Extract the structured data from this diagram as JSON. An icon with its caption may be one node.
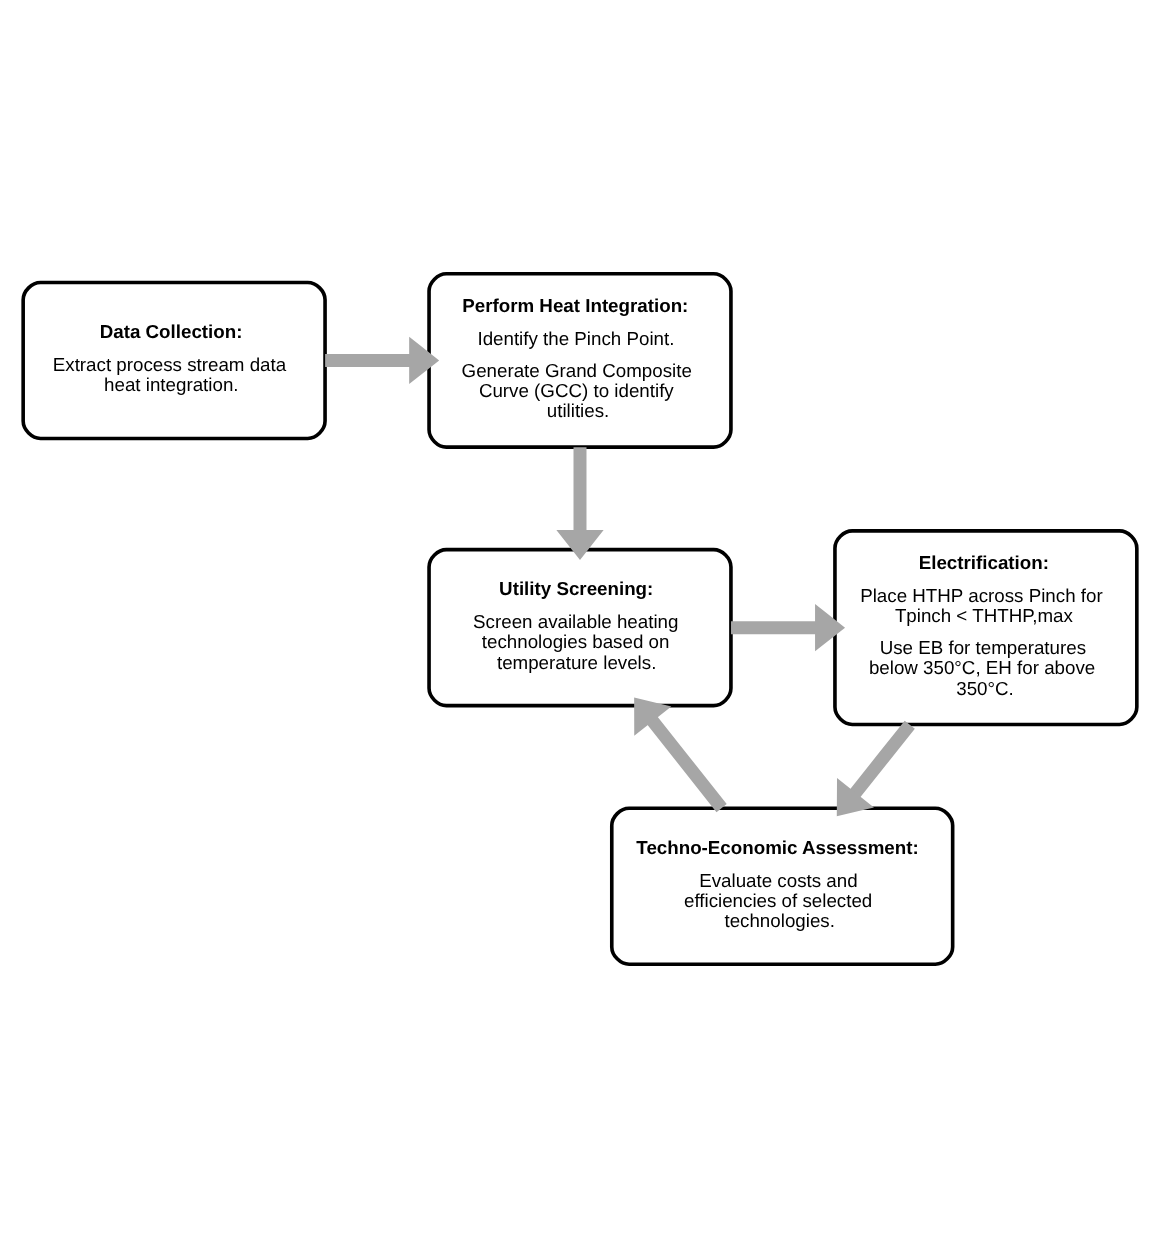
{
  "diagram": {
    "nodes": [
      {
        "text": [
          "Data Collection:",
          "Extract process stream data heat integration."
        ]
      },
      {
        "text": [
          "Perform Heat Integration:",
          "Identify the Pinch Point.",
          "Generate Grand Composite Curve (GCC) to identify utilities."
        ]
      },
      {
        "text": [
          "Utility Screening:",
          "Screen available heating technologies based on temperature levels."
        ]
      },
      {
        "text": [
          "Electrification:",
          "Place HTHP across Pinch for Tpinch < THTHP,max",
          "Use EB for temperatures below 350°C, EH for above 350°C."
        ]
      },
      {
        "text": [
          "Techno-Economic Assessment:",
          "Evaluate costs and efficiencies of selected technologies."
        ]
      }
    ],
    "edges": [
      {
        "from": 0,
        "to": 1,
        "arrow": "to"
      },
      {
        "from": 1,
        "to": 2,
        "arrow": "to"
      },
      {
        "from": 2,
        "to": 3,
        "arrow": "to"
      },
      {
        "from": 3,
        "to": 4,
        "arrow": "to"
      },
      {
        "from": 4,
        "to": 2,
        "arrow": "to"
      }
    ]
  }
}
